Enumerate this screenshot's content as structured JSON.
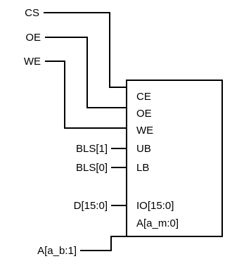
{
  "diagram": {
    "inputs": {
      "cs": "CS",
      "oe": "OE",
      "we": "WE",
      "bls1": "BLS[1]",
      "bls0": "BLS[0]",
      "data": "D[15:0]",
      "addr": "A[a_b:1]"
    },
    "chip_pins": {
      "ce": "CE",
      "oe": "OE",
      "we": "WE",
      "ub": "UB",
      "lb": "LB",
      "io": "IO[15:0]",
      "addr": "A[a_m:0]"
    }
  }
}
